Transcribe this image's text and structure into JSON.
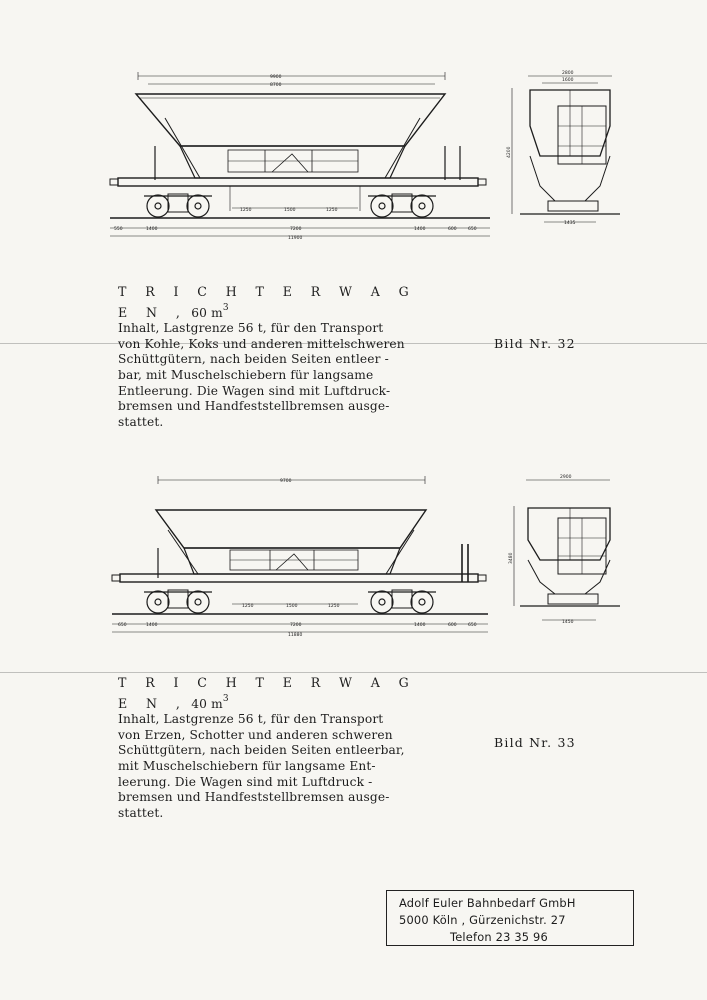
{
  "wagons": [
    {
      "id": "bild32",
      "dims": {
        "overall_top": "9900",
        "hopper_top": "8700",
        "axle_inner_left": "1250",
        "axle_center": "1500",
        "axle_inner_right": "1250",
        "bottom_a": "550",
        "bottom_b": "1400",
        "bottom_c": "7200",
        "bottom_d": "1400",
        "bottom_e": "600",
        "bottom_f": "650",
        "overall_length": "11900",
        "end_width_outer": "2800",
        "end_width_inner": "1600",
        "end_height": "4200",
        "end_base": "1435"
      },
      "caption": {
        "title": "T R I C H T E R W A G E N ,",
        "volume": "60 m",
        "volume_sup": "3",
        "lines": [
          "Inhalt, Lastgrenze 56 t, für den Transport",
          "von Kohle, Koks und anderen mittelschweren",
          "Schüttgütern, nach beiden Seiten entleer -",
          "bar, mit Muschelschiebern für langsame",
          "Entleerung. Die Wagen sind mit Luftdruck-",
          "bremsen und Handfeststellbremsen ausge-",
          "stattet."
        ]
      },
      "bild": "Bild Nr. 32"
    },
    {
      "id": "bild33",
      "dims": {
        "hopper_top": "9700",
        "axle_inner_left": "1250",
        "axle_center": "1500",
        "axle_inner_right": "1250",
        "bottom_a": "650",
        "bottom_b": "1400",
        "bottom_c": "7200",
        "bottom_d": "1400",
        "bottom_e": "600",
        "bottom_f": "650",
        "overall_length": "11880",
        "end_width": "2900",
        "end_height": "3480",
        "end_base": "1450"
      },
      "caption": {
        "title": "T R I C H T E R W A G E N ,",
        "volume": "40 m",
        "volume_sup": "3",
        "lines": [
          "Inhalt, Lastgrenze 56 t, für den Transport",
          "von Erzen, Schotter und anderen schweren",
          "Schüttgütern, nach beiden Seiten entleerbar,",
          "mit Muschelschiebern für langsame Ent-",
          "leerung. Die Wagen sind mit Luftdruck -",
          "bremsen und Handfeststellbremsen ausge-",
          "stattet."
        ]
      },
      "bild": "Bild Nr. 33"
    }
  ],
  "address": {
    "line1": "Adolf Euler Bahnbedarf GmbH",
    "line2": "5000 Köln , Gürzenichstr. 27",
    "line3": "Telefon 23 35 96"
  }
}
